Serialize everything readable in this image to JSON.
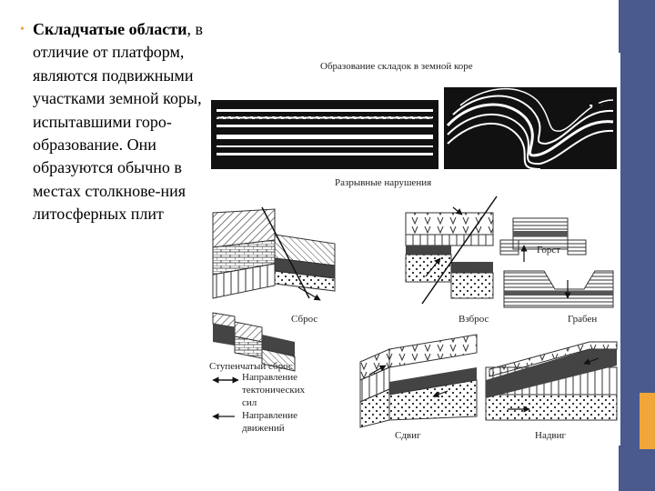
{
  "text": {
    "bold_term": "Складчатые области",
    "rest": ", в отличие от платформ, являются подвижными участками земной коры, испытавшими горо-образование. Они образуются обычно в местах столкнове-ния литосферных плит"
  },
  "figure": {
    "title": "Образование складок в земной коре",
    "subtitle": "Разрывные нарушения",
    "labels": {
      "sbros": "Сброс",
      "vzbros": "Взброс",
      "gorst": "Горст",
      "graben": "Грабен",
      "stupenchatyi": "Ступенчатый сброс",
      "sdvig": "Сдвиг",
      "nadvig": "Надвиг"
    },
    "legend": {
      "tectonic_1": "Направление",
      "tectonic_2": "тектонических",
      "tectonic_3": "сил",
      "movement_1": "Направление",
      "movement_2": "движений"
    }
  },
  "colors": {
    "accent": "#f1a63a",
    "side_band": "#4a5a8f"
  }
}
